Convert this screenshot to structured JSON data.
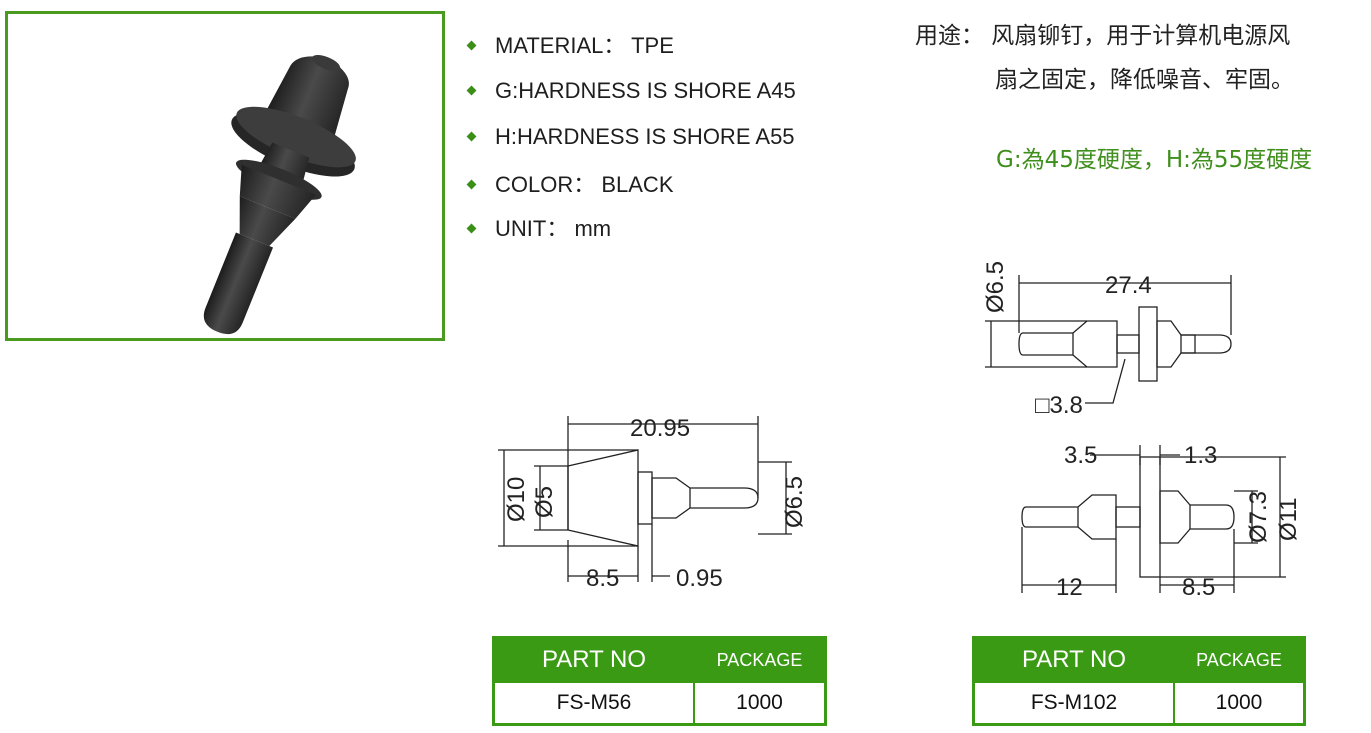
{
  "specs": [
    "MATERIAL： TPE",
    "G:HARDNESS IS SHORE A45",
    "H:HARDNESS IS SHORE A55",
    "COLOR： BLACK",
    "UNIT： mm"
  ],
  "usage": {
    "line1": "用途： 风扇铆钉，用于计算机电源风",
    "line2": "扇之固定，降低噪音、牢固。"
  },
  "hardness_note": "G:為45度硬度，H:為55度硬度",
  "drawing_left": {
    "overall_length": "20.95",
    "diameter_outer": "Ø10",
    "diameter_inner": "Ø5",
    "diameter_tip": "Ø6.5",
    "head_length": "8.5",
    "flange_thickness": "0.95"
  },
  "drawing_right_top": {
    "overall_length": "27.4",
    "diameter": "Ø6.5",
    "square": "□3.8"
  },
  "drawing_right_bottom": {
    "gap_left": "3.5",
    "gap_right": "1.3",
    "diameter_mid": "Ø7.3",
    "diameter_outer": "Ø11",
    "length_left": "12",
    "length_right": "8.5"
  },
  "tables": [
    {
      "header_part": "PART NO",
      "header_package": "PACKAGE",
      "part_no": "FS-M56",
      "package": "1000"
    },
    {
      "header_part": "PART NO",
      "header_package": "PACKAGE",
      "part_no": "FS-M102",
      "package": "1000"
    }
  ],
  "colors": {
    "brand_green": "#3a9a14",
    "note_green": "#3f8f1c",
    "product_black": "#2e2e2e"
  }
}
